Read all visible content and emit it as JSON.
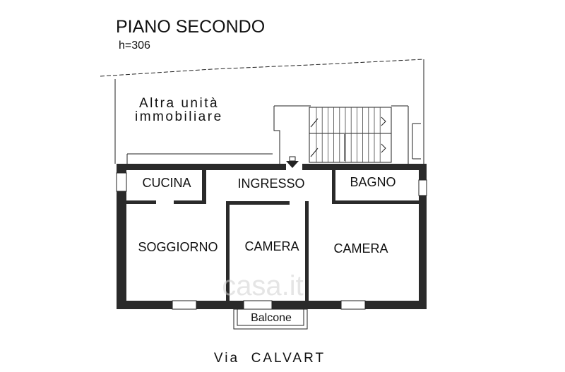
{
  "floor": {
    "title": "PIANO SECONDO",
    "height_note": "h=306"
  },
  "neighbor": {
    "line1": "Altra unità",
    "line2": "immobiliare"
  },
  "rooms": {
    "cucina": "CUCINA",
    "ingresso": "INGRESSO",
    "bagno": "BAGNO",
    "soggiorno": "SOGGIORNO",
    "camera_1": "CAMERA",
    "camera_2": "CAMERA",
    "balcone": "Balcone"
  },
  "street": "Via  CALVART",
  "watermark": "casa.it",
  "colors": {
    "wall": "#2a2a2a",
    "line": "#222222",
    "watermark": "#cfcfcf"
  }
}
